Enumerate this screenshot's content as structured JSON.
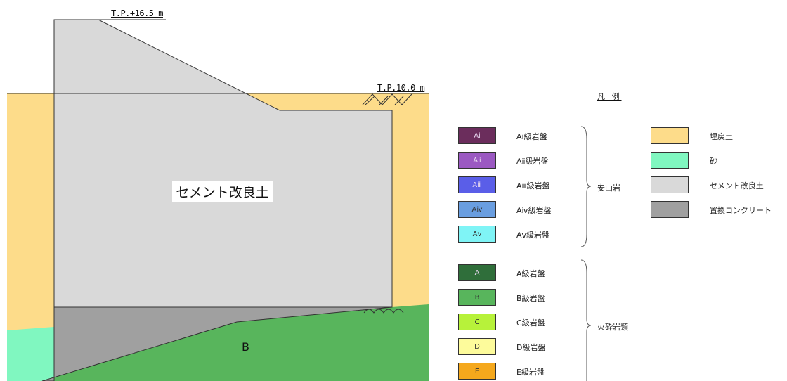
{
  "section": {
    "label_tp_top": "T.P.+16.5 m",
    "label_tp_ground": "T.P.10.0 m",
    "label_main": "セメント改良土",
    "label_rock": "B"
  },
  "legend": {
    "title": "凡 例",
    "andesite_group": "安山岩",
    "pyroclastic_group": "火砕岩類",
    "andesite": [
      {
        "code": "Aⅰ",
        "label": "Aⅰ級岩盤",
        "color": "#6b2d5c"
      },
      {
        "code": "Aⅱ",
        "label": "Aⅱ級岩盤",
        "color": "#9b59c2"
      },
      {
        "code": "Aⅲ",
        "label": "Aⅲ級岩盤",
        "color": "#5a5ee8"
      },
      {
        "code": "Aⅳ",
        "label": "Aⅳ級岩盤",
        "color": "#6a9ee0"
      },
      {
        "code": "Aⅴ",
        "label": "Aⅴ級岩盤",
        "color": "#7ff4f6"
      }
    ],
    "pyroclastic": [
      {
        "code": "A",
        "label": "A級岩盤",
        "color": "#2f6e3a"
      },
      {
        "code": "B",
        "label": "B級岩盤",
        "color": "#58b55c"
      },
      {
        "code": "C",
        "label": "C級岩盤",
        "color": "#b7f23a"
      },
      {
        "code": "D",
        "label": "D級岩盤",
        "color": "#fdfb9b"
      },
      {
        "code": "E",
        "label": "E級岩盤",
        "color": "#f5a81c"
      }
    ],
    "materials": [
      {
        "label": "埋戻土",
        "color": "#fddc8a"
      },
      {
        "label": "砂",
        "color": "#80f7c0"
      },
      {
        "label": "セメント改良土",
        "color": "#d9d9d9"
      },
      {
        "label": "置換コンクリート",
        "color": "#a0a0a0"
      }
    ]
  }
}
